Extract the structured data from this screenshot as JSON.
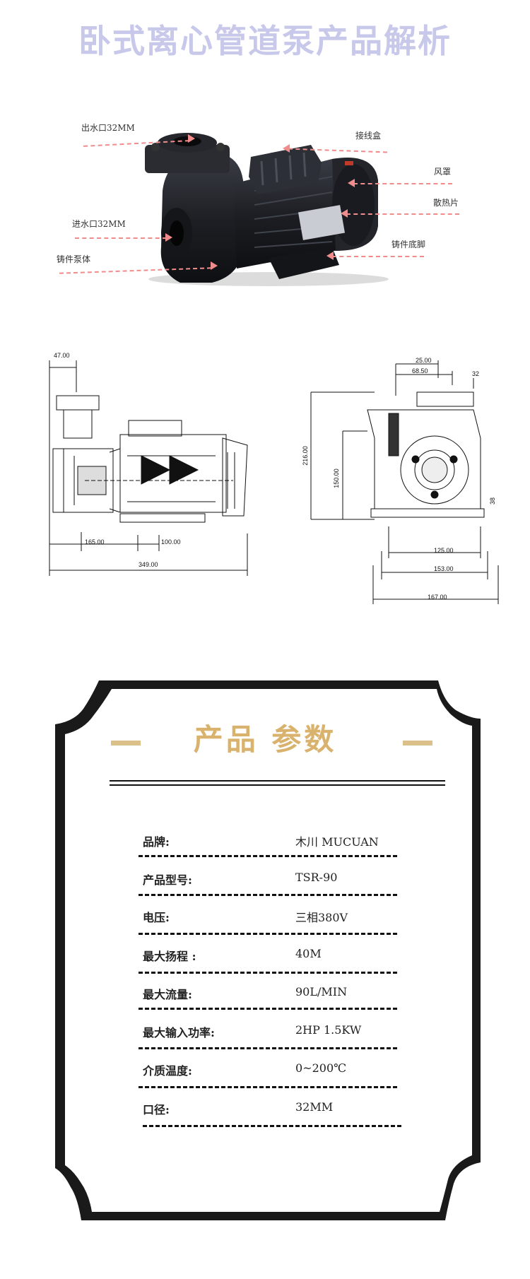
{
  "page_title": "卧式离心管道泵产品解析",
  "callouts": {
    "outlet": "出水口32MM",
    "junction_box": "接线盒",
    "fan_cover": "风罩",
    "heat_sink": "散热片",
    "inlet": "进水口32MM",
    "base": "铸件底脚",
    "pump_body": "铸件泵体"
  },
  "drawing_dims": {
    "side": {
      "d1": "47.00",
      "d2": "165.00",
      "d3": "100.00",
      "d4": "349.00"
    },
    "front": {
      "d1": "25.00",
      "d2": "68.50",
      "d3": "32",
      "d4": "216.00",
      "d5": "150.00",
      "d6": "125.00",
      "d7": "153.00",
      "d8": "167.00",
      "d9": "38"
    }
  },
  "params_title": "产品 参数",
  "params": [
    {
      "label": "品牌:",
      "value": "木川 MUCUAN"
    },
    {
      "label": "产品型号:",
      "value": "TSR-90"
    },
    {
      "label": "电压:",
      "value": "三相380V"
    },
    {
      "label": "最大扬程 :",
      "value": "40M"
    },
    {
      "label": "最大流量:",
      "value": "90L/MIN"
    },
    {
      "label": "最大输入功率:",
      "value": "2HP  1.5KW"
    },
    {
      "label": "介质温度:",
      "value": "0~200℃"
    },
    {
      "label": "口径:",
      "value": "32MM"
    }
  ],
  "colors": {
    "title": "#c7c8ea",
    "arrow": "#f08c8c",
    "gold": "#d9b26e",
    "frame": "#1a1a1a",
    "pump": "#1d1f24"
  }
}
